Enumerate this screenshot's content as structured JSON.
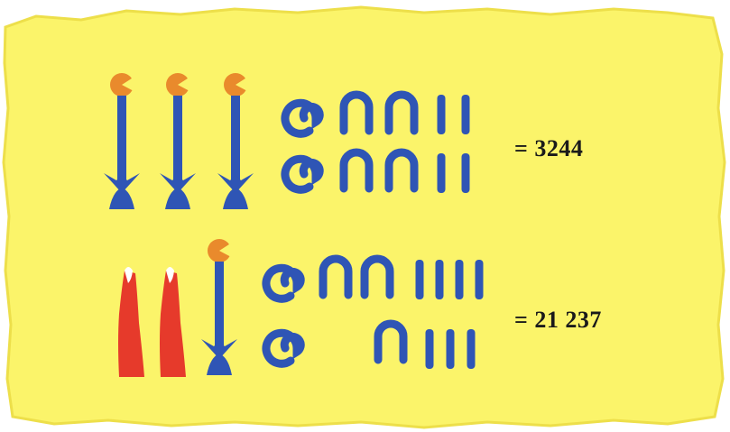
{
  "colors": {
    "papyrus": "#fbf46a",
    "papyrus_edge": "#eddf4a",
    "glyph_blue": "#2f55b5",
    "lotus_orange": "#e98a2c",
    "finger_red": "#e63a2b",
    "text": "#1a1a1a"
  },
  "numerals": [
    {
      "label": "= 3244",
      "value": 3244,
      "glyphs": {
        "lotus_thousands": 3,
        "rope_coil_hundreds": 2,
        "heel_bone_tens": 4,
        "stroke_units": 4
      }
    },
    {
      "label": "= 21 237",
      "value": 21237,
      "glyphs": {
        "finger_ten_thousands": 2,
        "lotus_thousands": 1,
        "rope_coil_hundreds": 2,
        "heel_bone_tens": 3,
        "stroke_units": 7
      }
    }
  ]
}
